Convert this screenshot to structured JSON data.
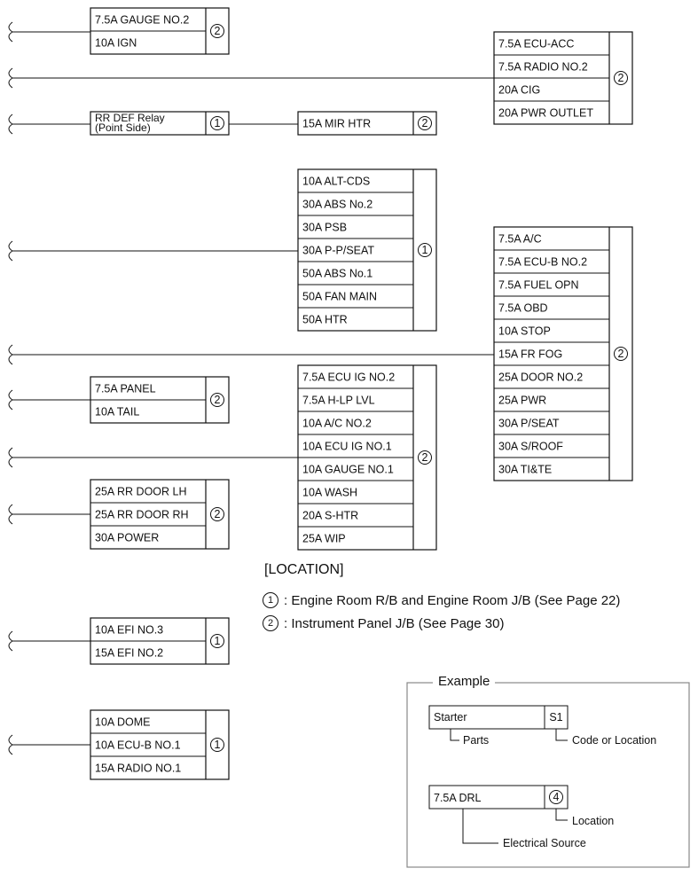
{
  "fuse_groups": [
    {
      "fuses": [
        "7.5A GAUGE NO.2",
        "10A IGN"
      ],
      "location": "2"
    },
    {
      "fuses": [
        "7.5A ECU-ACC",
        "7.5A RADIO NO.2",
        "20A CIG",
        "20A PWR OUTLET"
      ],
      "location": "2"
    },
    {
      "fuses": [
        "RR DEF Relay\n(Point Side)"
      ],
      "location": "1"
    },
    {
      "fuses": [
        "15A MIR HTR"
      ],
      "location": "2"
    },
    {
      "fuses": [
        "10A ALT-CDS",
        "30A ABS No.2",
        "30A PSB",
        "30A P-P/SEAT",
        "50A ABS No.1",
        "50A FAN MAIN",
        "50A HTR"
      ],
      "location": "1"
    },
    {
      "fuses": [
        "7.5A A/C",
        "7.5A ECU-B NO.2",
        "7.5A FUEL OPN",
        "7.5A OBD",
        "10A STOP",
        "15A FR FOG",
        "25A DOOR NO.2",
        "25A PWR",
        "30A P/SEAT",
        "30A S/ROOF",
        "30A TI&TE"
      ],
      "location": "2"
    },
    {
      "fuses": [
        "7.5A PANEL",
        "10A TAIL"
      ],
      "location": "2"
    },
    {
      "fuses": [
        "7.5A ECU IG NO.2",
        "7.5A H-LP LVL",
        "10A A/C NO.2",
        "10A ECU IG NO.1",
        "10A GAUGE NO.1",
        "10A WASH",
        "20A S-HTR",
        "25A WIP"
      ],
      "location": "2"
    },
    {
      "fuses": [
        "25A RR DOOR LH",
        "25A RR DOOR RH",
        "30A POWER"
      ],
      "location": "2"
    },
    {
      "fuses": [
        "10A EFI NO.3",
        "15A EFI NO.2"
      ],
      "location": "1"
    },
    {
      "fuses": [
        "10A DOME",
        "10A ECU-B NO.1",
        "15A RADIO NO.1"
      ],
      "location": "1"
    }
  ],
  "location_legend": {
    "title": "[LOCATION]",
    "items": [
      {
        "code": "1",
        "text": ": Engine Room R/B and Engine Room J/B (See Page 22)"
      },
      {
        "code": "2",
        "text": ": Instrument Panel J/B (See Page 30)"
      }
    ]
  },
  "example": {
    "title": "Example",
    "parts_box": {
      "label": "Starter",
      "code": "S1"
    },
    "parts_caption": "Parts",
    "code_caption": "Code or Location",
    "source_box": {
      "label": "7.5A DRL",
      "code": "4"
    },
    "location_caption": "Location",
    "source_caption": "Electrical Source"
  }
}
